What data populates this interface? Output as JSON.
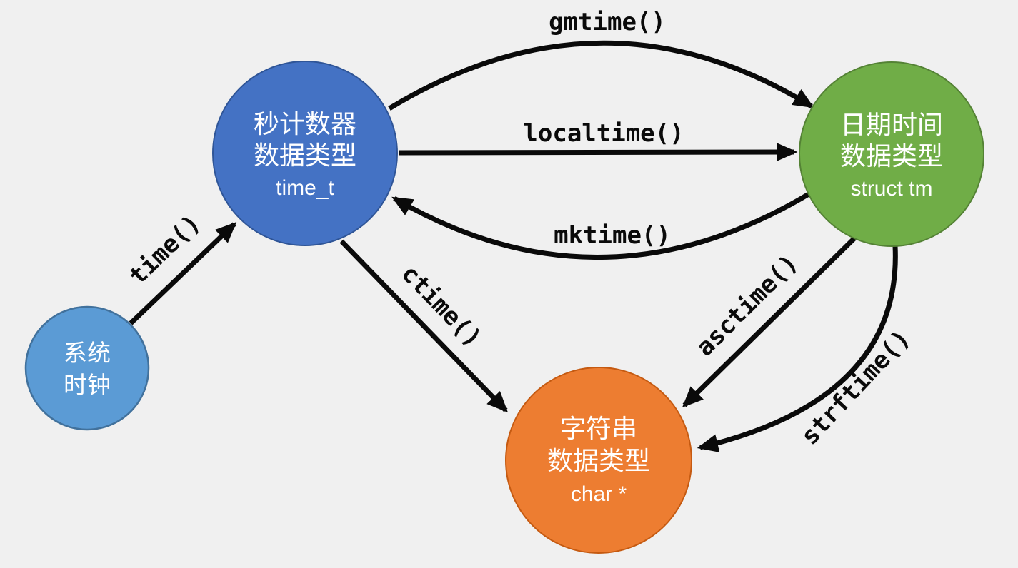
{
  "diagram": {
    "background": "#f0f0f0",
    "arrow_color": "#0a0a0a",
    "nodes": {
      "system_clock": {
        "line1": "系统",
        "line2": "时钟",
        "color": "#5B9BD5",
        "border": "#41719C"
      },
      "time_t": {
        "line1": "秒计数器",
        "line2": "数据类型",
        "sub": "time_t",
        "color": "#4472C4",
        "border": "#2F5597"
      },
      "struct_tm": {
        "line1": "日期时间",
        "line2": "数据类型",
        "sub": "struct tm",
        "color": "#70AD47",
        "border": "#548235"
      },
      "char_ptr": {
        "line1": "字符串",
        "line2": "数据类型",
        "sub": "char *",
        "color": "#ED7D31",
        "border": "#C55A11"
      }
    },
    "edges": {
      "time": {
        "label": "time()",
        "from": "system_clock",
        "to": "time_t"
      },
      "gmtime": {
        "label": "gmtime()",
        "from": "time_t",
        "to": "struct_tm"
      },
      "localtime": {
        "label": "localtime()",
        "from": "time_t",
        "to": "struct_tm"
      },
      "mktime": {
        "label": "mktime()",
        "from": "struct_tm",
        "to": "time_t"
      },
      "ctime": {
        "label": "ctime()",
        "from": "time_t",
        "to": "char_ptr"
      },
      "asctime": {
        "label": "asctime()",
        "from": "struct_tm",
        "to": "char_ptr"
      },
      "strftime": {
        "label": "strftime()",
        "from": "struct_tm",
        "to": "char_ptr"
      }
    }
  }
}
